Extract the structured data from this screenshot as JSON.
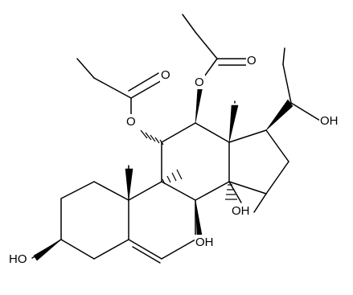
{
  "diagram_type": "skeletal-structural-formula",
  "line_color": "#000000",
  "background": "#ffffff",
  "atom_labels": {
    "o_ester_11": "O",
    "o_carbonyl_11": "O",
    "o_ester_12": "O",
    "o_carbonyl_12": "O",
    "oh_20": "OH",
    "oh_3": "HO",
    "oh_8": "OH",
    "oh_14": "OH"
  }
}
